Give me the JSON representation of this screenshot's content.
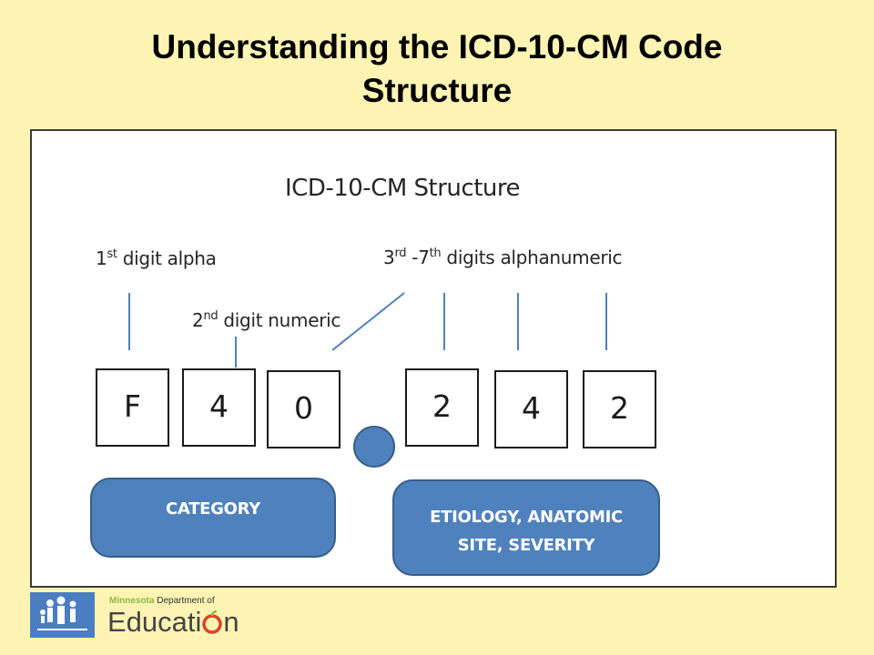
{
  "title": "Understanding the ICD-10-CM Code Structure",
  "diagram": {
    "heading": "ICD-10-CM Structure",
    "labels": {
      "first_ordinal": "1",
      "first_suffix": "st",
      "first_text": " digit alpha",
      "second_ordinal": "2",
      "second_suffix": "nd",
      "second_text": " digit numeric",
      "third_ordinal": "3",
      "third_suffix": "rd",
      "third_mid": " -7",
      "third_suffix2": "th",
      "third_text": " digits alphanumeric"
    },
    "code_chars": [
      "F",
      "4",
      "0",
      "2",
      "4",
      "2"
    ],
    "groups": {
      "category": "CATEGORY",
      "etiology_line1": "ETIOLOGY, ANATOMIC",
      "etiology_line2": "SITE, SEVERITY"
    },
    "colors": {
      "accent_blue": "#4f81bd",
      "connector_blue": "#4f81bd",
      "slide_background": "#fdf4b4"
    }
  },
  "footer": {
    "dept_name_brand": "Minnesota",
    "dept_name_rest": " Department of",
    "edu_word_a": "Educati",
    "edu_word_b": "n"
  }
}
